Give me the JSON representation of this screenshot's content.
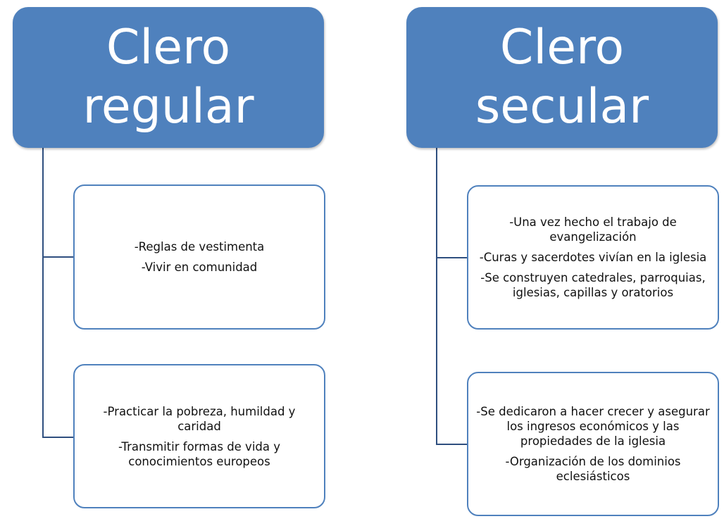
{
  "left": {
    "title_line1": "Clero",
    "title_line2": "regular",
    "box1": [
      "-Reglas de vestimenta",
      "-Vivir en comunidad"
    ],
    "box2": [
      "-Practicar la pobreza, humildad y caridad",
      "-Transmitir formas de vida y conocimientos europeos"
    ]
  },
  "right": {
    "title_line1": "Clero",
    "title_line2": "secular",
    "box1": [
      "-Una vez hecho el trabajo de evangelización",
      "-Curas y sacerdotes vivían en la iglesia",
      "-Se construyen catedrales, parroquias, iglesias, capillas y oratorios"
    ],
    "box2": [
      "-Se dedicaron a hacer crecer y asegurar los ingresos económicos y las propiedades de la iglesia",
      "-Organización de los dominios eclesiásticos"
    ]
  },
  "colors": {
    "header_fill": "#4f81bd",
    "box_border": "#4f81bd",
    "connector": "#2f4f7f"
  }
}
